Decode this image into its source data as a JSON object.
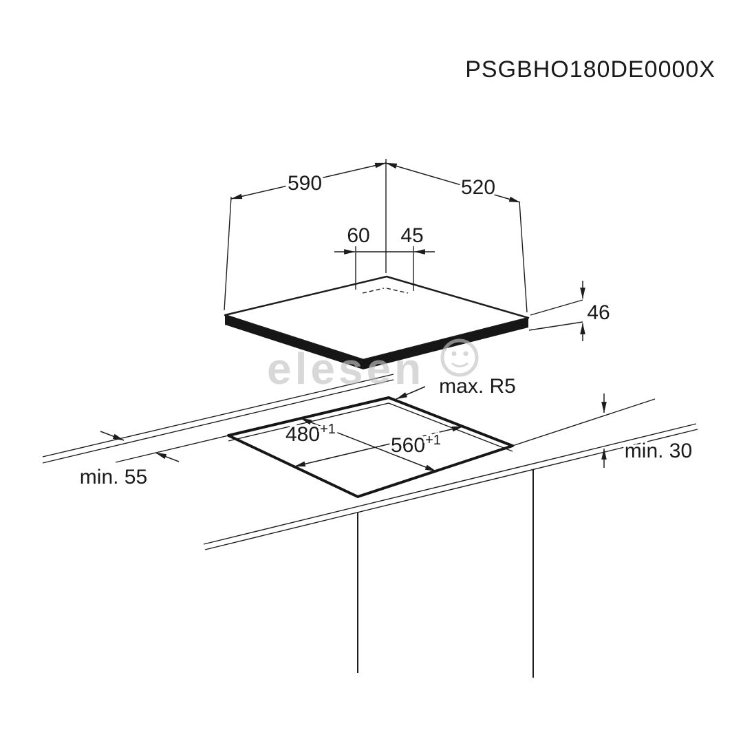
{
  "header": {
    "model": "PSGBHO180DE0000X"
  },
  "watermark": {
    "text": "elesen"
  },
  "diagram": {
    "hob": {
      "width": "590",
      "depth": "520",
      "height": "46",
      "gas_offset_a": "60",
      "gas_offset_b": "45"
    },
    "cutout": {
      "depth": "480",
      "depth_tol": "+1",
      "width": "560",
      "width_tol": "+1",
      "corner_radius": "max. R5",
      "min_rear_clearance": "min. 55",
      "min_front_clearance": "min. 30"
    }
  },
  "colors": {
    "line": "#1c1c1c",
    "watermark": "#c4c4c4",
    "background": "#ffffff"
  }
}
